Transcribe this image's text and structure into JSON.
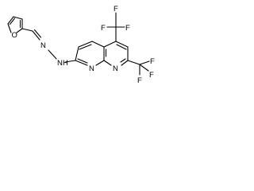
{
  "molecule": {
    "atoms": {
      "furan_oxygen": "O",
      "hydrazone_nitrogen": "N",
      "nh_nitrogen": "N",
      "nh_hydrogen": "H",
      "ring_nitrogen_1": "N",
      "ring_nitrogen_2": "N"
    },
    "cf3_top": {
      "f1": "F",
      "f2": "F",
      "f3": "F"
    },
    "cf3_right": {
      "f1": "F",
      "f2": "F",
      "f3": "F"
    }
  }
}
